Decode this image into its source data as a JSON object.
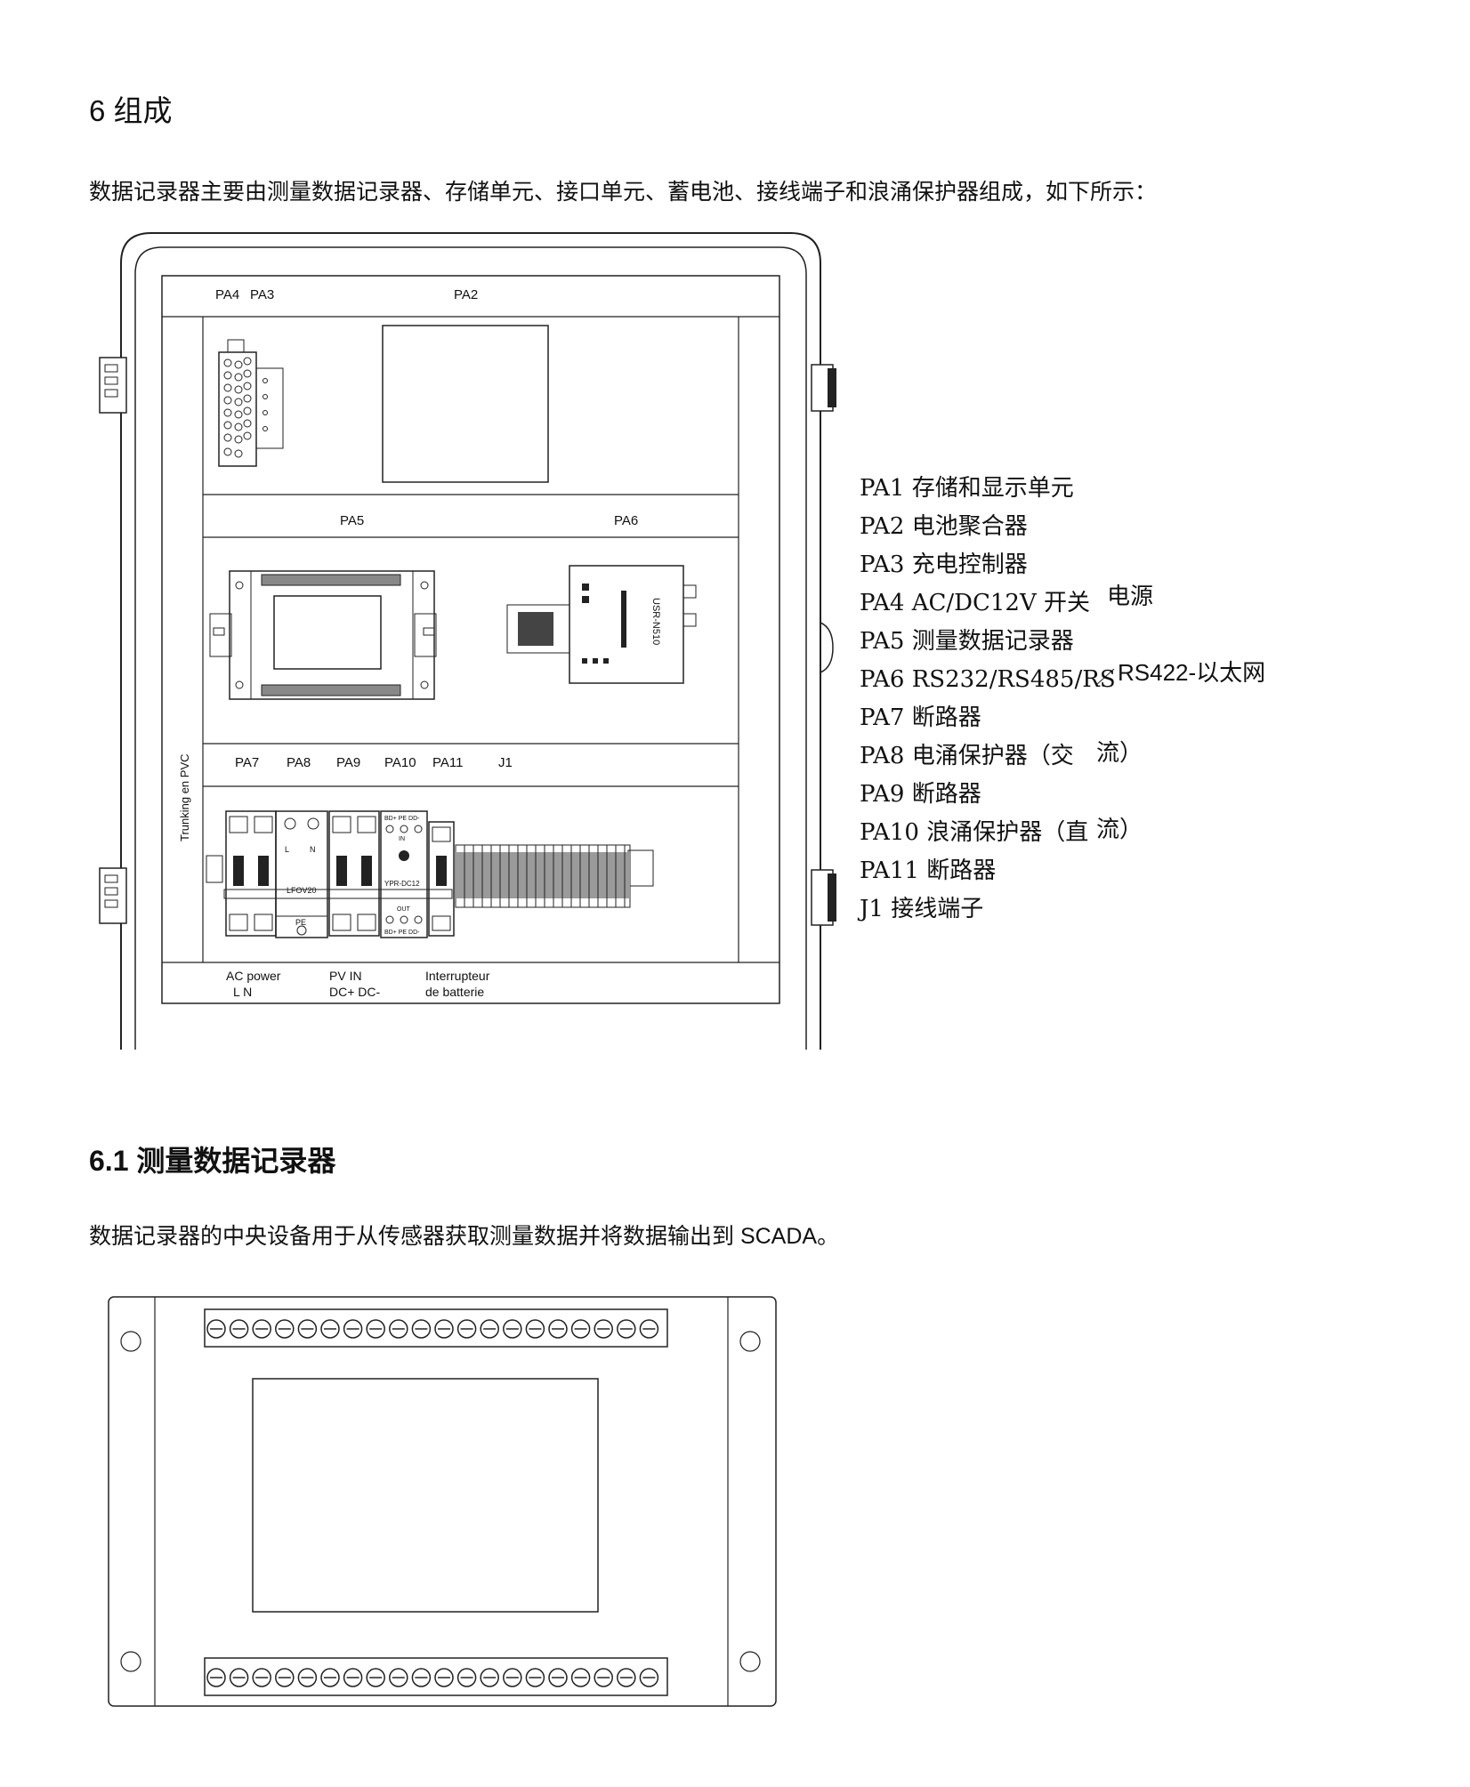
{
  "section": {
    "title": "6 组成"
  },
  "intro": "数据记录器主要由测量数据记录器、存储单元、接口单元、蓄电池、接线端子和浪涌保护器组成，如下所示：",
  "cabinet": {
    "top_labels": [
      "PA4",
      "PA3",
      "PA2"
    ],
    "mid_labels": [
      "PA5",
      "PA6"
    ],
    "row_labels": [
      "PA7",
      "PA8",
      "PA9",
      "PA10",
      "PA11",
      "J1"
    ],
    "trunking": "Trunking en PVC",
    "device_text": {
      "usr": "USR-N510",
      "lfov": "LFOV20",
      "pe": "PE",
      "l": "L",
      "n": "N",
      "ypr": "YPR-DC12",
      "in": "IN",
      "out": "OUT",
      "pm_top": "BD+ PE DD-",
      "pm_bot": "BD+ PE DD-"
    },
    "bottom": {
      "ac_power": "AC power",
      "ln": "L     N",
      "pv_in": "PV  IN",
      "dc": "DC+ DC-",
      "interrupteur": "Interrupteur",
      "de_batterie": "de batterie"
    }
  },
  "legend": [
    "PA1 存储和显示单元",
    "PA2 电池聚合器",
    "PA3 充电控制器",
    "PA4 AC/DC12V 开关",
    "PA5 测量数据记录器",
    "PA6 RS232/RS485/RS",
    "PA7 断路器",
    "PA8 电涌保护器（交",
    "PA9 断路器",
    "PA10 浪涌保护器（直",
    "PA11 断路器",
    "J1 接线端子"
  ],
  "legend_overflow": {
    "pa4": "电源",
    "pa6": "RS422-以太网",
    "pa8": "流）",
    "pa10": "流）"
  },
  "subsection": {
    "title": "6.1 测量数据记录器"
  },
  "sub_intro": "数据记录器的中央设备用于从传感器获取测量数据并将数据输出到 SCADA。"
}
